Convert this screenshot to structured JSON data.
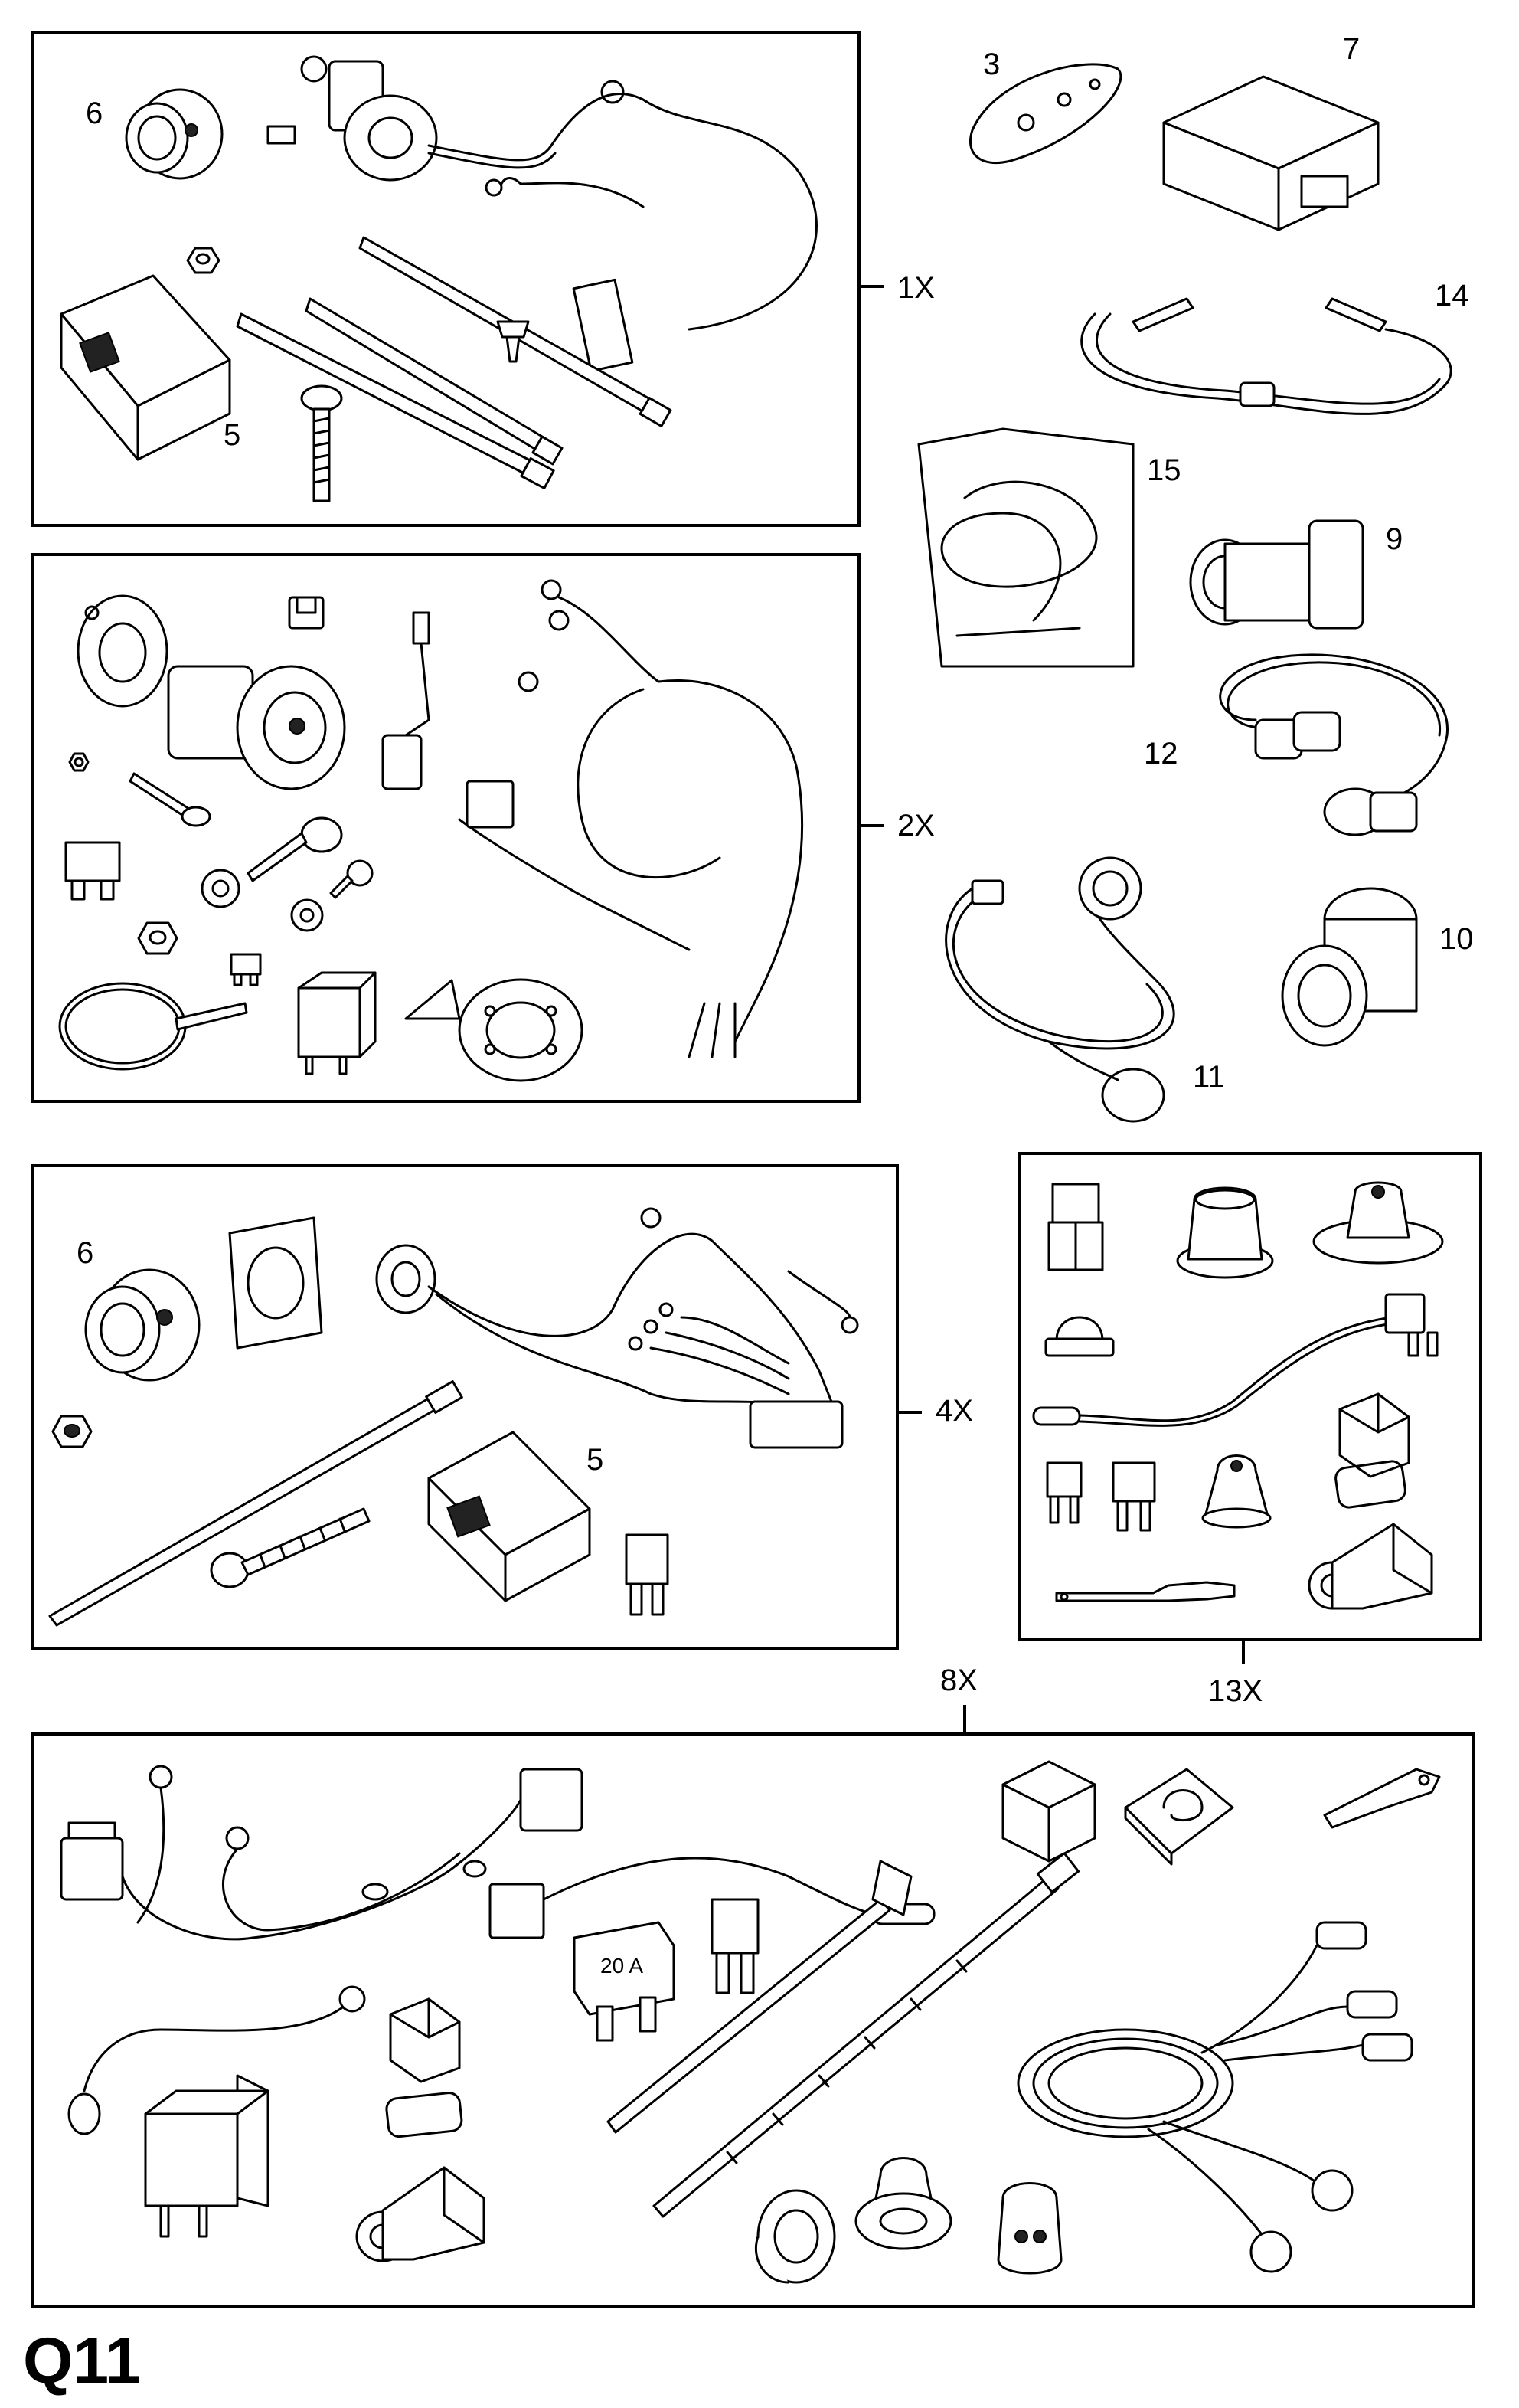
{
  "diagram": {
    "page_code": "Q11",
    "callouts": [
      "1X",
      "2X",
      "4X",
      "8X",
      "13X",
      "3",
      "5",
      "6",
      "7",
      "9",
      "10",
      "11",
      "12",
      "14",
      "15"
    ],
    "fuse_marking": "20 A"
  },
  "icons": {
    "socket": "trailer-socket-icon",
    "wiring_harness": "wiring-harness-icon",
    "cable_tie": "cable-tie-icon",
    "screw": "screw-icon",
    "nut": "nut-icon",
    "relay": "relay-icon",
    "fuse": "blade-fuse-icon",
    "control_module": "control-module-icon",
    "adapter": "adapter-plug-icon",
    "grommet": "rubber-grommet-icon",
    "terminal": "cable-terminal-icon",
    "bracket": "socket-bracket-icon"
  }
}
